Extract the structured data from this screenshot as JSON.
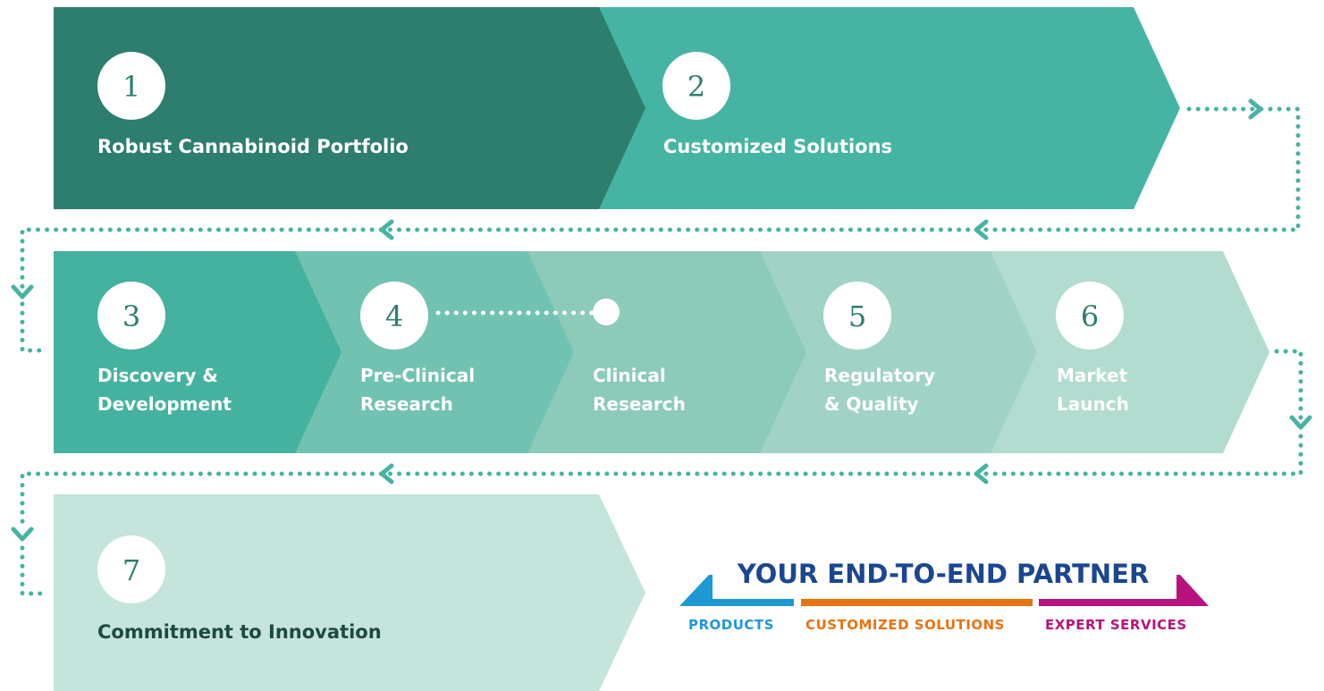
{
  "colors": {
    "step1": "#2d7e6e",
    "step2": "#46b4a2",
    "step3": "#44b29f",
    "step4": "#72c2b1",
    "step_clinical": "#8ccab9",
    "step5": "#a0d3c5",
    "step6": "#b2dcd0",
    "step7": "#c4e4dc",
    "connector": "#46b4a2",
    "text_light": "#ffffff",
    "text_dark": "#1d4b40",
    "partner_title": "#1b4690",
    "products": "#1f98d6",
    "customized": "#e77311",
    "expert": "#b8137c"
  },
  "steps": {
    "s1": {
      "number": "1",
      "label": "Robust Cannabinoid Portfolio"
    },
    "s2": {
      "number": "2",
      "label": "Customized Solutions"
    },
    "s3": {
      "number": "3",
      "line1": "Discovery &",
      "line2": "Development"
    },
    "s4": {
      "number": "4",
      "line1": "Pre-Clinical",
      "line2": "Research"
    },
    "clinical": {
      "line1": "Clinical",
      "line2": "Research"
    },
    "s5": {
      "number": "5",
      "line1": "Regulatory",
      "line2": "& Quality"
    },
    "s6": {
      "number": "6",
      "line1": "Market",
      "line2": "Launch"
    },
    "s7": {
      "number": "7",
      "label": "Commitment to Innovation"
    }
  },
  "partner": {
    "title": "YOUR END-TO-END PARTNER",
    "products": "PRODUCTS",
    "customized": "CUSTOMIZED SOLUTIONS",
    "expert": "EXPERT SERVICES"
  }
}
